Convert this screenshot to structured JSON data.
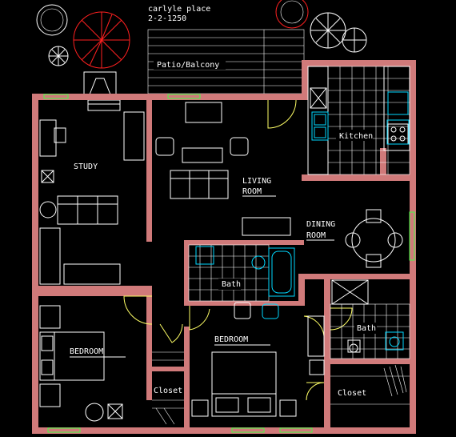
{
  "title": {
    "line1": "carlyle place",
    "line2": "2-2-1250"
  },
  "rooms": {
    "patio": "Patio/Balcony",
    "study": "STUDY",
    "living": "LIVING",
    "living2": "ROOM",
    "kitchen": "Kitchen",
    "dining": "DINING",
    "dining2": "ROOM",
    "bath_center": "Bath",
    "bath_right": "Bath",
    "bedroom_left": "BEDROOM",
    "bedroom_center": "BEDROOM",
    "closet_center": "Closet",
    "closet_right": "Closet"
  },
  "colors": {
    "background": "#000000",
    "wall": "#d07a7a",
    "lines": "#ffffff",
    "fixtures": "#00d8ff",
    "doors": "#ffff66",
    "windows": "#44ff44",
    "trees": "#ff2020"
  }
}
